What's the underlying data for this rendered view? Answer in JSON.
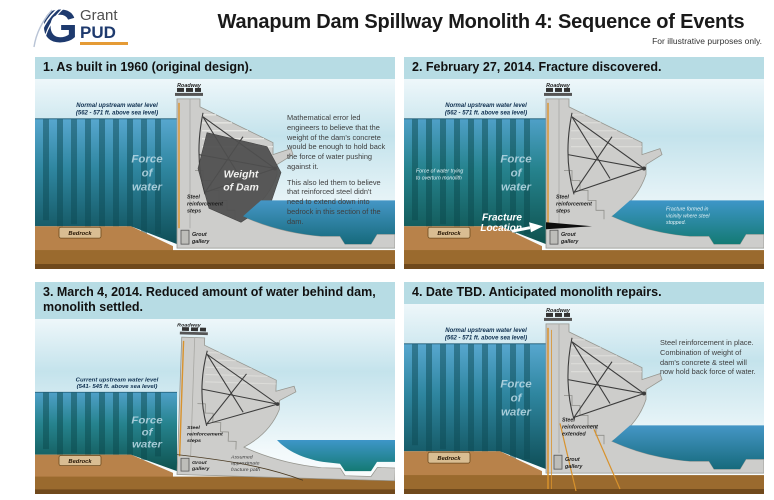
{
  "header": {
    "logo": {
      "brand_top": "Grant",
      "brand_bottom": "PUD"
    },
    "title": "Wanapum Dam Spillway Monolith 4: Sequence of Events",
    "subtitle": "For illustrative purposes only."
  },
  "colors": {
    "panel_title_bar": "#b7dce4",
    "logo_navy": "#1e3a6e",
    "logo_orange": "#e59b35",
    "upstream_water_top": "#57a7cf",
    "upstream_water_bottom": "#0f4f58",
    "tailwater": "#2e86b8",
    "dam_concrete": "#cdcdcb",
    "bedrock_brown": "#b8824a",
    "steel_reinforcement_orange": "#d8922c"
  },
  "common": {
    "roadway": "Roadway",
    "force_of_water": [
      "Force",
      "of",
      "water"
    ],
    "bedrock": "Bedrock",
    "grout": [
      "Grout",
      "gallery"
    ],
    "steel_steps": [
      "Steel",
      "reinforcement",
      "steps"
    ],
    "normal_level": [
      "Normal upstream water level",
      "(562 - 571 ft. above sea level)"
    ]
  },
  "panels": [
    {
      "title": "1. As built in 1960 (original design).",
      "weight_of_dam": [
        "Weight",
        "of Dam"
      ],
      "note": [
        "Mathematical error led engineers to believe that the weight of the dam's concrete would be enough to hold back the force of water pushing against it.",
        "This also led them to believe that reinforced steel didn't need to extend down into bedrock in this section of the dam."
      ]
    },
    {
      "title": "2. February 27, 2014. Fracture discovered.",
      "overturn": [
        "Force of water trying",
        "to overturn monolith"
      ],
      "fracture_location": [
        "Fracture",
        "Location"
      ],
      "tail_note": [
        "Fracture formed in",
        "vicinity where steel",
        "stopped."
      ]
    },
    {
      "title": "3. March 4, 2014. Reduced amount of water behind dam, monolith settled.",
      "current_level": [
        "Current upstream water level",
        "(541- 545 ft. above sea level)"
      ],
      "fracture_path": [
        "Assumed",
        "approximate",
        "fracture path"
      ]
    },
    {
      "title": "4. Date TBD. Anticipated monolith repairs.",
      "steel_extended": [
        "Steel",
        "reinforcement",
        "extended"
      ],
      "note": "Steel reinforcement in place. Combination of weight of dam's concrete & steel will now hold back force of water."
    }
  ]
}
